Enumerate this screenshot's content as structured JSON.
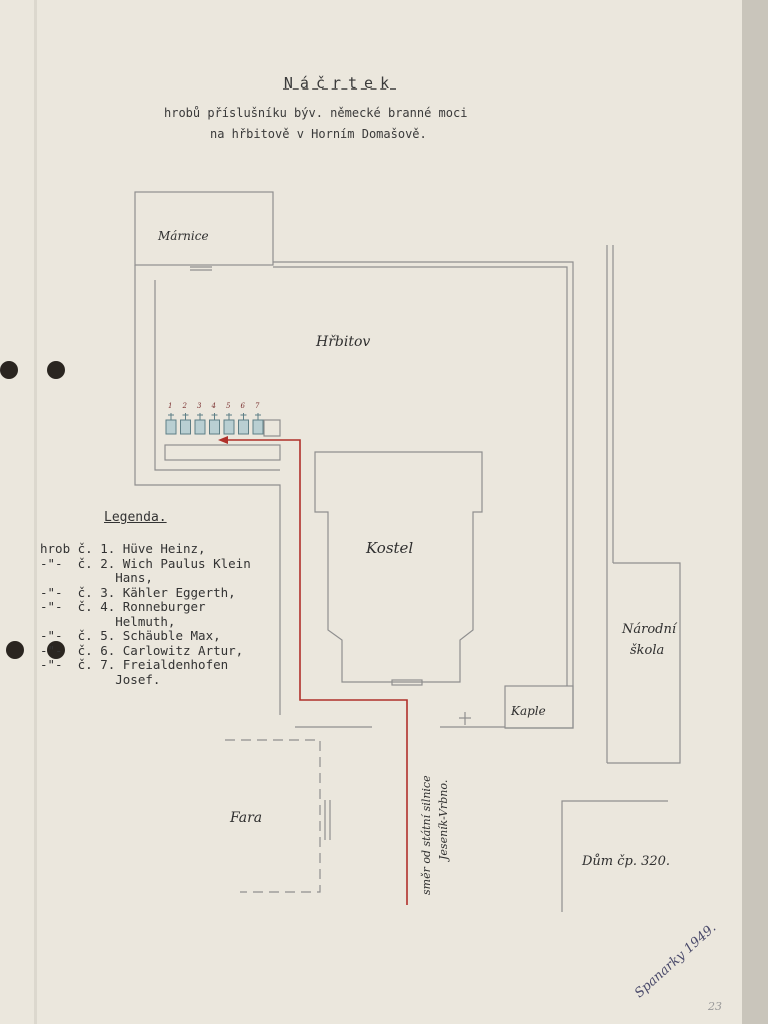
{
  "document": {
    "title": "Náčrtek",
    "subtitle_line1": "hrobů příslušníku býv. německé branné moci",
    "subtitle_line2": "na hřbitově v Horním Domašově."
  },
  "map_labels": {
    "marnice": "Márnice",
    "hrbitov": "Hřbitov",
    "kostel": "Kostel",
    "kaple": "Kaple",
    "narodni_skola_1": "Národní",
    "narodni_skola_2": "škola",
    "fara": "Fara",
    "dum": "Dům čp. 320.",
    "route_1": "směr od státní silnice",
    "route_2": "Jeseník-Vrbno."
  },
  "grave_numbers": [
    "1",
    "2",
    "3",
    "4",
    "5",
    "6",
    "7"
  ],
  "legend": {
    "title": "Legenda.",
    "text": "hrob č. 1. Hüve Heinz,\n-\"-  č. 2. Wich Paulus Klein\n          Hans,\n-\"-  č. 3. Kähler Eggerth,\n-\"-  č. 4. Ronneburger\n          Helmuth,\n-\"-  č. 5. Schäuble Max,\n-\"-  č. 6. Carlowitz Artur,\n-\"-  č. 7. Freialdenhofen\n          Josef."
  },
  "signature": "Spanarky 1949.",
  "page_number": "23",
  "colors": {
    "paper": "#ebe7dd",
    "pencil": "#8a8a8a",
    "route": "#b0302a"
  }
}
